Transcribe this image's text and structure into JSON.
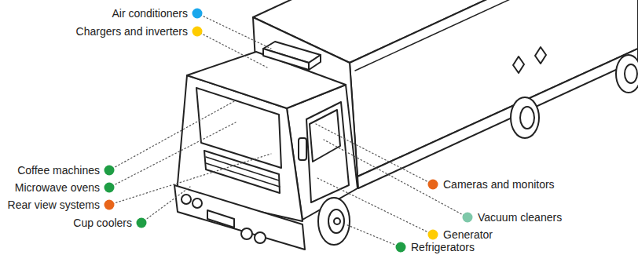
{
  "diagram": {
    "labels": [
      "Air conditioners",
      "Chargers and inverters",
      "Coffee machines",
      "Microwave ovens",
      "Rear view systems",
      "Cup coolers",
      "Cameras and monitors",
      "Vacuum cleaners",
      "Generator",
      "Refrigerators"
    ]
  }
}
